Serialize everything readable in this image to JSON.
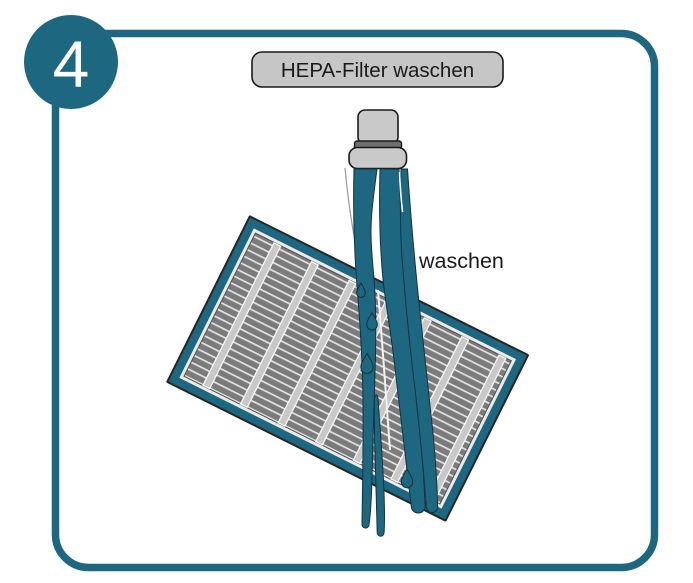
{
  "step": {
    "number": "4"
  },
  "header": {
    "title": "HEPA-Filter waschen"
  },
  "illustration": {
    "annotation": "waschen",
    "faucet_icon": "faucet-tap",
    "water_stream_icon": "water-streams",
    "droplet_icon": "teardrop",
    "filter_icon": "pleated-hepa-filter"
  },
  "colors": {
    "accent_teal": "#1d6780",
    "label_box_bg": "#c6c6c6",
    "faucet_body": "#c9c9c9",
    "faucet_band": "#6e6e6e",
    "filter_media": "#7b7b7b",
    "filter_pleat_line": "#e3e3e3",
    "filter_divider": "#c8c8c8",
    "outline": "#1a1a1a",
    "step_number_text": "#ffffff",
    "text": "#1a1a1a",
    "background": "#ffffff"
  }
}
